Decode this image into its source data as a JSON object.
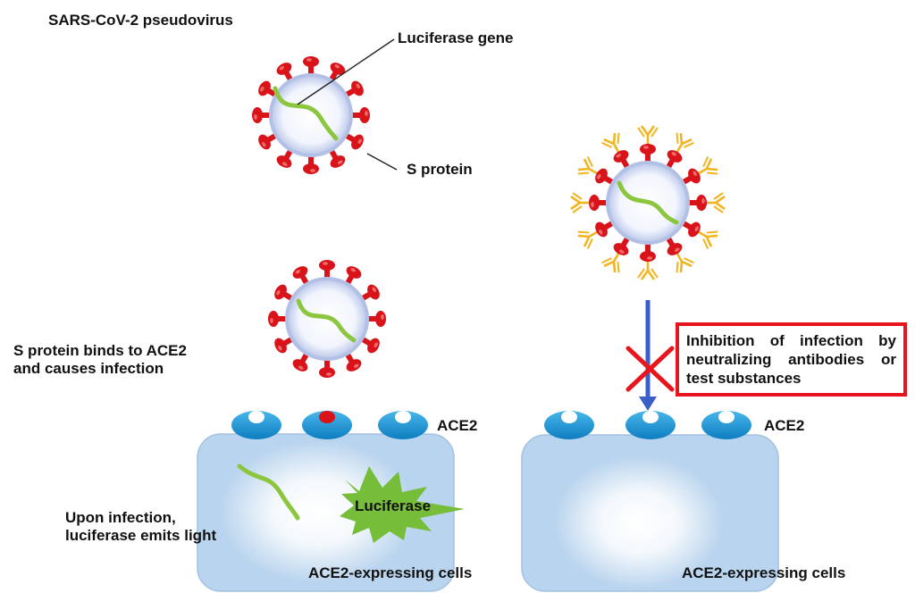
{
  "labels": {
    "pseudovirus": "SARS-CoV-2 pseudovirus",
    "luciferase_gene": "Luciferase gene",
    "s_protein": "S protein",
    "binds_line1": "S protein binds to ACE2",
    "binds_line2": "and causes infection",
    "ace2_left": "ACE2",
    "ace2_right": "ACE2",
    "emits_line1": "Upon infection,",
    "emits_line2": "luciferase emits light",
    "luciferase": "Luciferase",
    "cells_left": "ACE2-expressing cells",
    "cells_right": "ACE2-expressing cells",
    "inhibition_line1": "Inhibition of infection by",
    "inhibition_line2": "neutralizing antibodies or",
    "inhibition_line3": "test substances"
  },
  "colors": {
    "spike": "#d8141a",
    "envelope": "#bcc8ea",
    "gene": "#8cc63f",
    "receptor": "#1a9ad6",
    "cell": "#b9d4ee",
    "antibody": "#f2b522",
    "arrow": "#3a5fc8",
    "block_x": "#e8141e",
    "burst": "#76bd3a"
  }
}
